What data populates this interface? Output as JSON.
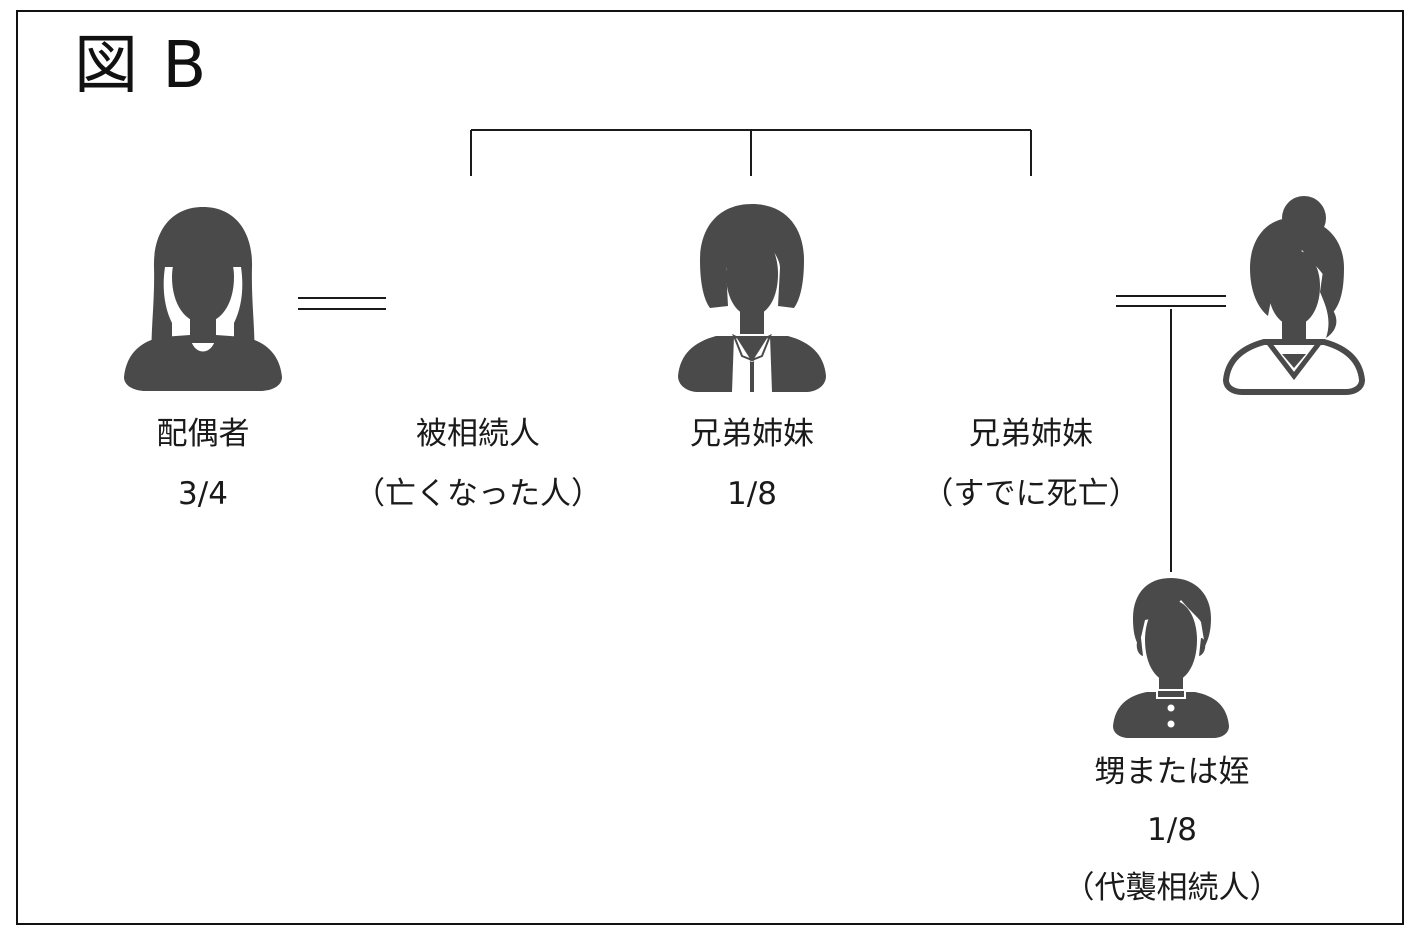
{
  "figure": {
    "title": "図 B"
  },
  "colors": {
    "icon": "#4a4a4a",
    "line": "#1a1a1a",
    "border": "#111111"
  },
  "people": {
    "spouse": {
      "icon": "woman-long-hair-icon",
      "name": "配偶者",
      "share": "3/4"
    },
    "deceased": {
      "name": "被相続人",
      "note": "（亡くなった人）"
    },
    "sibling": {
      "icon": "woman-business-icon",
      "name": "兄弟姉妹",
      "share": "1/8"
    },
    "sibling_deceased": {
      "name": "兄弟姉妹",
      "note": "（すでに死亡）"
    },
    "sibling_spouse": {
      "icon": "woman-ponytail-icon"
    },
    "nephew_niece": {
      "icon": "boy-uniform-icon",
      "name": "甥または姪",
      "share": "1/8",
      "note": "（代襲相続人）"
    }
  }
}
